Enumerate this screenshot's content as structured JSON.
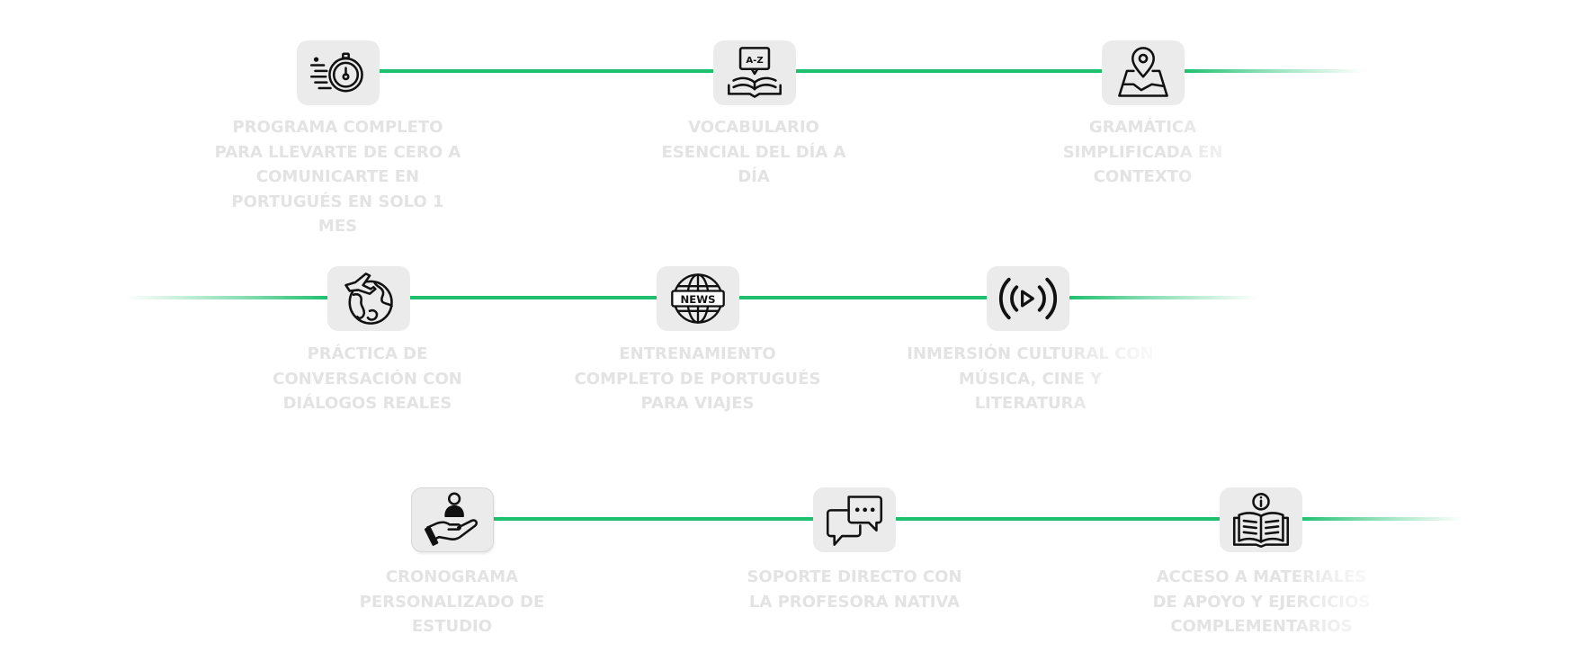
{
  "accent_color": "#1ec06e",
  "icon_background": "#ebebeb",
  "label_color": "#e3e3e3",
  "rows": [
    {
      "items": [
        {
          "icon": "stopwatch-speed-icon",
          "label": "PROGRAMA COMPLETO PARA LLEVARTE DE CERO A COMUNICARTE EN PORTUGUÉS EN SOLO 1 MES"
        },
        {
          "icon": "a-z-book-icon",
          "label": "VOCABULARIO ESENCIAL DEL DÍA A DÍA"
        },
        {
          "icon": "map-pin-icon",
          "label": "GRAMÁTICA SIMPLIFICADA EN CONTEXTO"
        }
      ]
    },
    {
      "items": [
        {
          "icon": "globe-plane-icon",
          "label": "PRÁCTICA DE CONVERSACIÓN CON DIÁLOGOS REALES"
        },
        {
          "icon": "news-globe-icon",
          "icon_text": "NEWS",
          "label": "ENTRENAMIENTO COMPLETO DE PORTUGUÉS PARA VIAJES"
        },
        {
          "icon": "broadcast-play-icon",
          "label": "INMERSIÓN CULTURAL CON MÚSICA, CINE Y LITERATURA"
        }
      ]
    },
    {
      "items": [
        {
          "icon": "hand-person-icon",
          "label": "CRONOGRAMA PERSONALIZADO DE ESTUDIO"
        },
        {
          "icon": "chat-bubbles-icon",
          "label": "SOPORTE DIRECTO CON LA PROFESORA NATIVA"
        },
        {
          "icon": "open-book-info-icon",
          "label": "ACCESO A MATERIALES DE APOYO Y EJERCICIOS COMPLEMENTARIOS"
        }
      ]
    }
  ]
}
